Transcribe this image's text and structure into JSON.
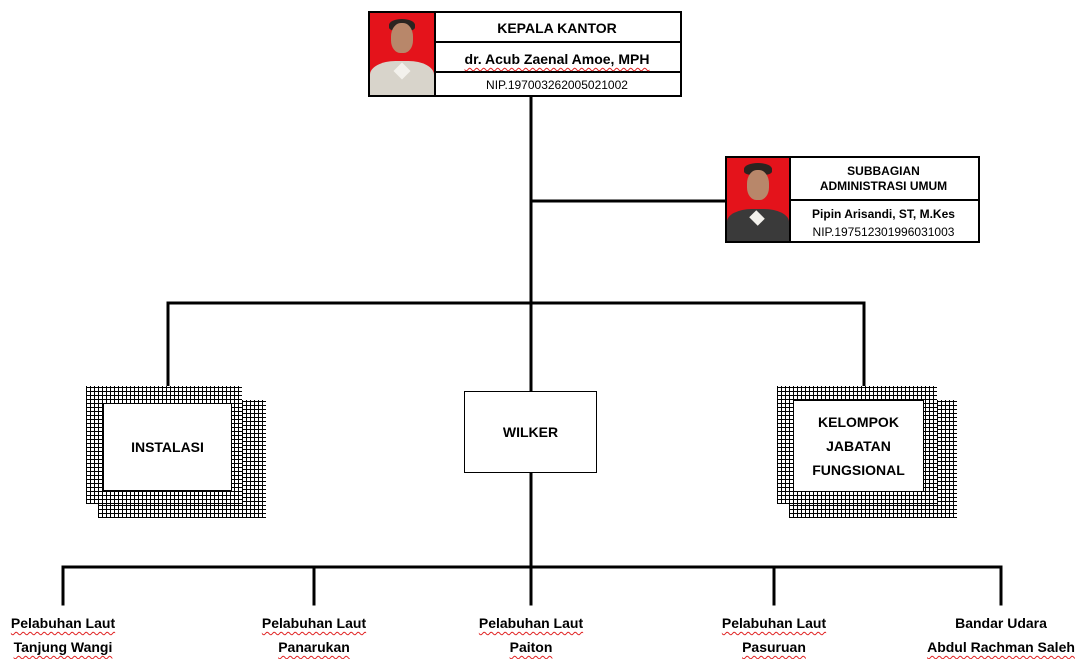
{
  "head": {
    "title": "KEPALA KANTOR",
    "name": "dr. Acub Zaenal Amoe, MPH",
    "nip": "NIP.197003262005021002"
  },
  "admin": {
    "title_line1": "SUBBAGIAN",
    "title_line2": "ADMINISTRASI UMUM",
    "name": "Pipin Arisandi, ST, M.Kes",
    "nip": "NIP.197512301996031003"
  },
  "units": {
    "instalasi": "INSTALASI",
    "wilker": "WILKER",
    "fungsional_line1": "KELOMPOK",
    "fungsional_line2": "JABATAN",
    "fungsional_line3": "FUNGSIONAL"
  },
  "work_areas": [
    {
      "line1": "Pelabuhan Laut",
      "line2": "Tanjung Wangi"
    },
    {
      "line1": "Pelabuhan Laut",
      "line2": "Panarukan"
    },
    {
      "line1": "Pelabuhan Laut",
      "line2": "Paiton"
    },
    {
      "line1": "Pelabuhan Laut",
      "line2": "Pasuruan"
    },
    {
      "line1": "Bandar Udara",
      "line2": "Abdul Rachman Saleh"
    }
  ],
  "colors": {
    "line": "#000000",
    "photo_bg": "#e4131b",
    "spell_underline": "#e02020"
  }
}
